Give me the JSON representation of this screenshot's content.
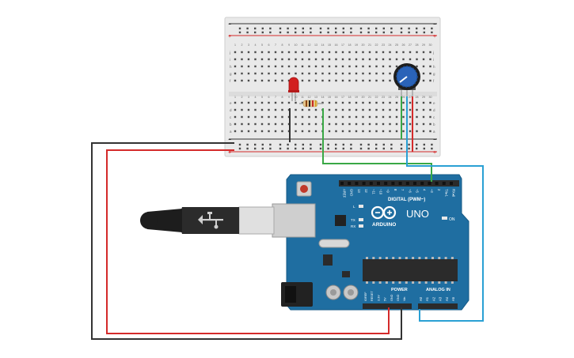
{
  "breadboard": {
    "rail_plus": "+",
    "rail_minus": "−",
    "row_letters_top": [
      "j",
      "i",
      "h",
      "g",
      "f"
    ],
    "row_letters_bottom": [
      "e",
      "d",
      "c",
      "b",
      "a"
    ],
    "column_numbers": [
      "1",
      "2",
      "3",
      "4",
      "5",
      "6",
      "7",
      "8",
      "9",
      "10",
      "11",
      "12",
      "13",
      "14",
      "15",
      "16",
      "17",
      "18",
      "19",
      "20",
      "21",
      "22",
      "23",
      "24",
      "25",
      "26",
      "27",
      "28",
      "29",
      "30"
    ]
  },
  "arduino": {
    "brand": "ARDUINO",
    "model": "UNO",
    "digital_header": "DIGITAL (PWM~)",
    "analog_header": "ANALOG IN",
    "power_header": "POWER",
    "led_l": "L",
    "led_tx": "TX",
    "led_rx": "RX",
    "led_on": "ON",
    "digital_pins": [
      "AREF",
      "GND",
      "13",
      "12",
      "~11",
      "~10",
      "~9",
      "8",
      "7",
      "~6",
      "~5",
      "4",
      "~3",
      "2",
      "TX▸1",
      "RX◂0"
    ],
    "power_pins": [
      "IOREF",
      "RESET",
      "3.3V",
      "5V",
      "GND",
      "GND",
      "Vin"
    ],
    "analog_pins": [
      "A0",
      "A1",
      "A2",
      "A3",
      "A4",
      "A5"
    ]
  },
  "colors": {
    "board_blue": "#1f6ea1",
    "breadboard": "#e9e9e9",
    "wire_red": "#d42a2a",
    "wire_black": "#333333",
    "wire_green": "#39a845",
    "wire_blue": "#2aa0d4",
    "led_red": "#d21f1f",
    "pot_blue": "#2a63b8"
  },
  "components": {
    "led": "led-icon",
    "resistor": "resistor-icon",
    "potentiometer": "potentiometer-icon",
    "usb": "usb-cable-icon",
    "power_jack": "power-jack-icon"
  }
}
